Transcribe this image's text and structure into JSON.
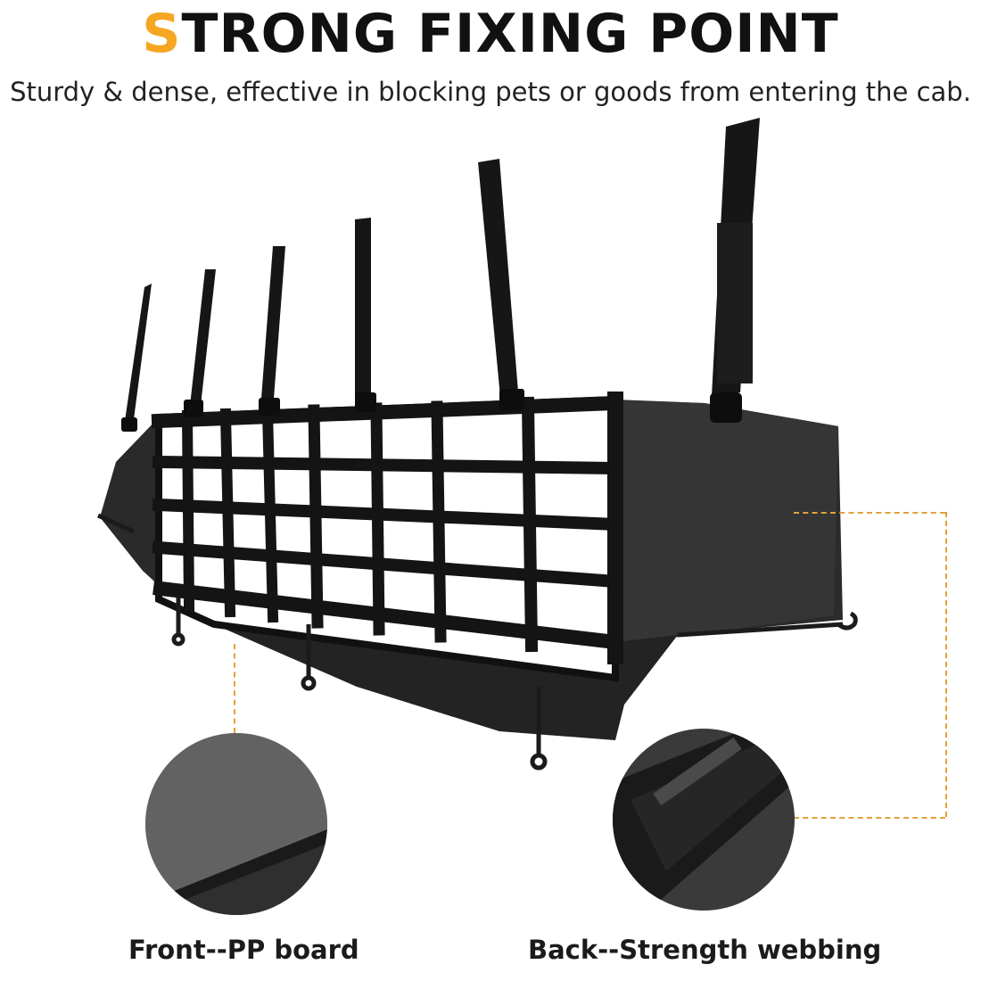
{
  "header": {
    "title_first_letter": "S",
    "title_rest": "TRONG FIXING POINT",
    "subtitle": "Sturdy & dense, effective in blocking pets or goods from entering the cab."
  },
  "callouts": {
    "left_caption": "Front--PP board",
    "right_caption": "Back--Strength webbing"
  },
  "colors": {
    "accent": "#f5a623",
    "dashed_line": "#e0a23a",
    "product_black": "#1a1a1a"
  }
}
